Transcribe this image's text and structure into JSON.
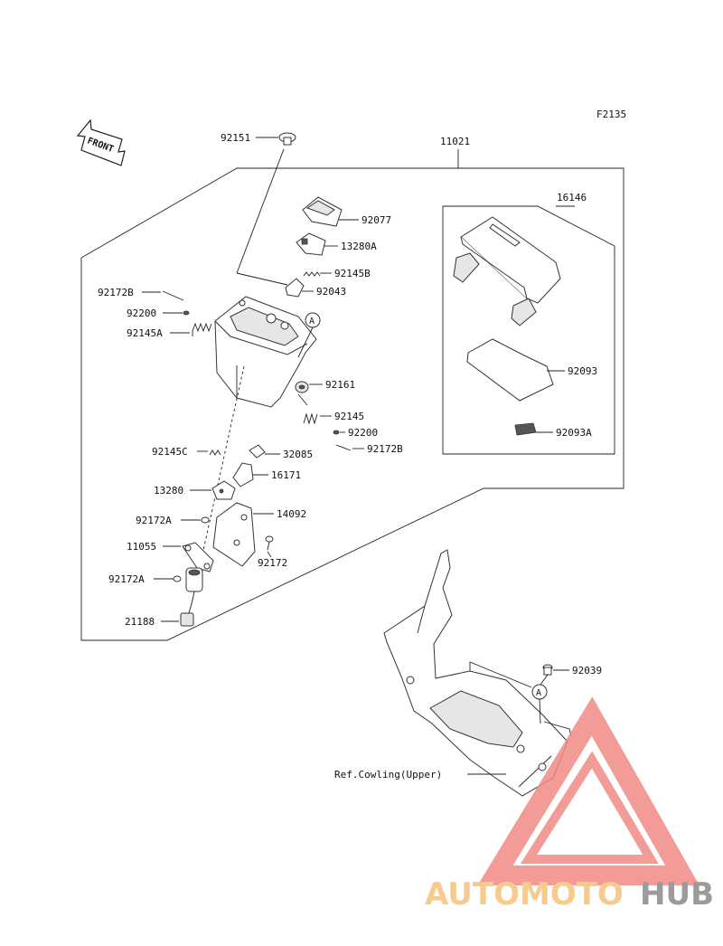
{
  "figure_code": "F2135",
  "front_label": "FRONT",
  "assembly": {
    "main": "11021",
    "kit": "16146"
  },
  "ref_note": "Ref.Cowling(Upper)",
  "callout_letter": "A",
  "parts": {
    "p92151": "92151",
    "p92077": "92077",
    "p13280A": "13280A",
    "p92145B": "92145B",
    "p92043": "92043",
    "p92172B_l": "92172B",
    "p92200_l": "92200",
    "p92145A": "92145A",
    "p92161": "92161",
    "p92145": "92145",
    "p92200_r": "92200",
    "p92172B_r": "92172B",
    "p92145C": "92145C",
    "p32085": "32085",
    "p16171": "16171",
    "p13280": "13280",
    "p92172A_1": "92172A",
    "p14092": "14092",
    "p11055": "11055",
    "p92172": "92172",
    "p92172A_2": "92172A",
    "p21188": "21188",
    "p92093": "92093",
    "p92093A": "92093A",
    "p92039": "92039"
  },
  "watermark": {
    "part1": "AUTOMOTO",
    "part2": "HUB",
    "color_main": "#f6c27a",
    "color_hub": "#8a8a8a",
    "triangle_color": "#f08a86"
  }
}
